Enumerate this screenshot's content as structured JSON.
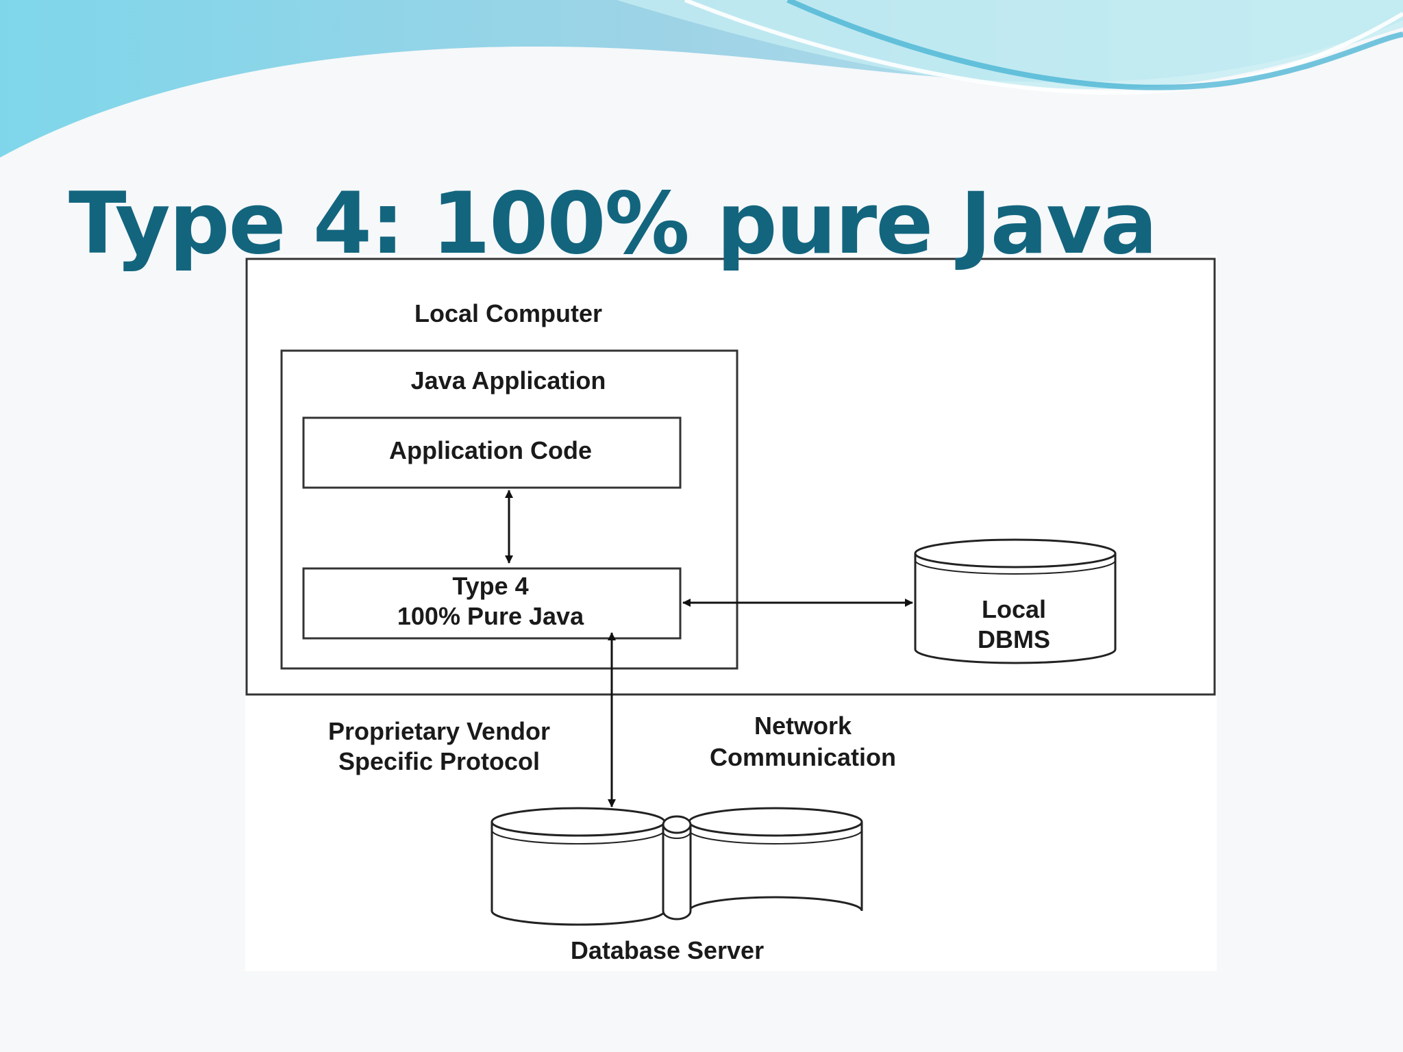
{
  "slide": {
    "title": "Type 4: 100% pure Java",
    "colors": {
      "title": "#13657e",
      "wave_light": "#a6e1ec",
      "wave_mid": "#6fcbe0",
      "wave_dark": "#3aaed0",
      "background": "#f6f8fa"
    }
  },
  "diagram": {
    "local_computer": "Local Computer",
    "java_application": "Java Application",
    "application_code": "Application Code",
    "driver_line1": "Type 4",
    "driver_line2": "100% Pure Java",
    "local_dbms_line1": "Local",
    "local_dbms_line2": "DBMS",
    "vendor_protocol_line1": "Proprietary Vendor",
    "vendor_protocol_line2": "Specific  Protocol",
    "network_line1": "Network",
    "network_line2": "Communication",
    "database_server": "Database Server"
  }
}
